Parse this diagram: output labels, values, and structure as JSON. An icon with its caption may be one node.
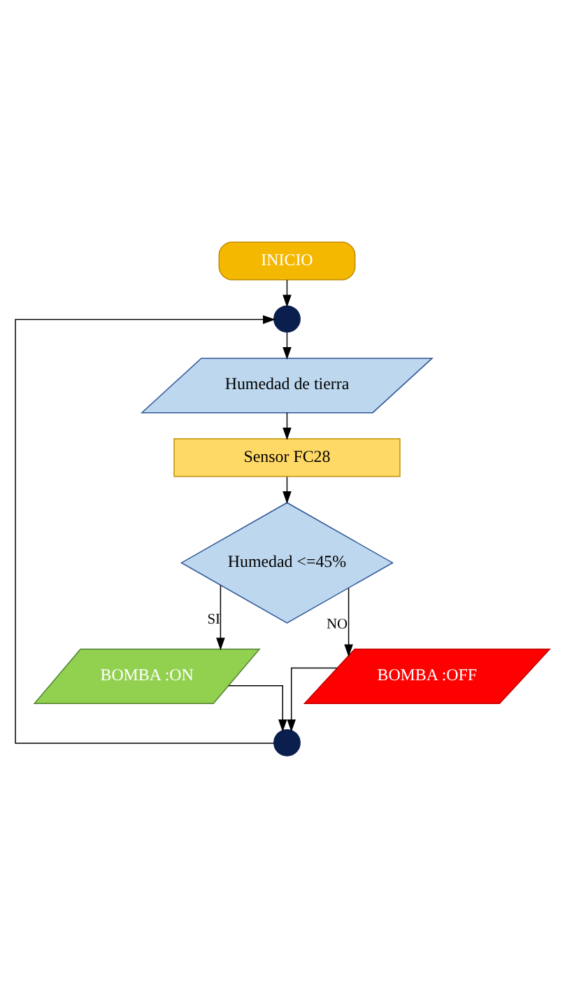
{
  "diagram": {
    "nodes": [
      {
        "text": [
          "INICIO"
        ]
      },
      {
        "text": [],
        "shape": "circle"
      },
      {
        "text": [
          "Humedad de tierra"
        ]
      },
      {
        "text": [
          "Sensor FC28"
        ]
      },
      {
        "text": [
          "Humedad <=45%"
        ]
      },
      {
        "text": [
          "BOMBA :ON"
        ]
      },
      {
        "text": [
          "BOMBA :OFF"
        ]
      },
      {
        "text": [],
        "shape": "circle"
      }
    ],
    "edges": [
      {
        "from": 0,
        "to": 1,
        "arrow": "to"
      },
      {
        "from": 1,
        "to": 2,
        "arrow": "to"
      },
      {
        "from": 2,
        "to": 3,
        "arrow": "to"
      },
      {
        "from": 3,
        "to": 4,
        "arrow": "to"
      },
      {
        "from": 4,
        "to": 5,
        "arrow": "to",
        "label": "SI"
      },
      {
        "from": 4,
        "to": 6,
        "arrow": "to",
        "label": "NO"
      },
      {
        "from": 5,
        "to": 7,
        "arrow": "to"
      },
      {
        "from": 6,
        "to": 7,
        "arrow": "to"
      },
      {
        "from": 7,
        "to": 1,
        "arrow": "to"
      }
    ]
  }
}
